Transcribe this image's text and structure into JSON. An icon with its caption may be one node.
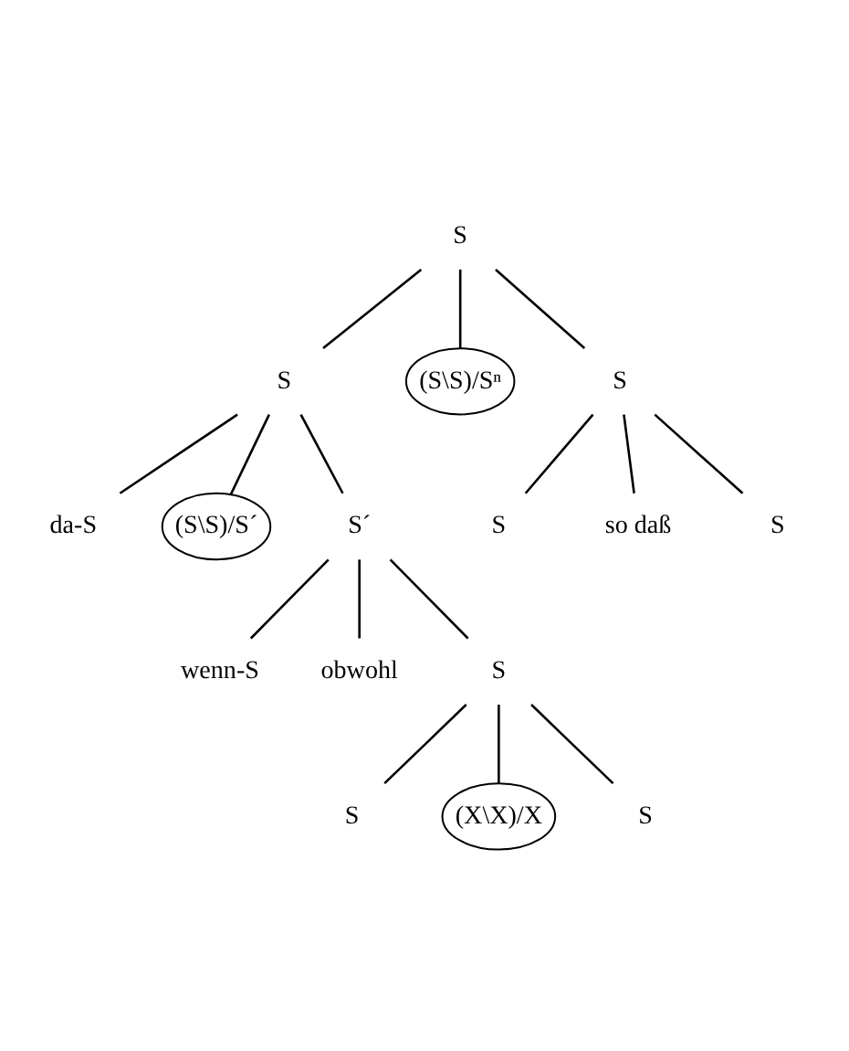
{
  "diagram": {
    "nodes": [
      {
        "text": [
          "S"
        ]
      },
      {
        "text": [
          "S"
        ]
      },
      {
        "text": [
          "(S\\S)/Sⁿ"
        ]
      },
      {
        "text": [
          "S"
        ]
      },
      {
        "text": [
          "da-S"
        ]
      },
      {
        "text": [
          "(S\\S)/S´"
        ]
      },
      {
        "text": [
          "S´"
        ]
      },
      {
        "text": [
          "S"
        ]
      },
      {
        "text": [
          "so daß"
        ]
      },
      {
        "text": [
          "S"
        ]
      },
      {
        "text": [
          "wenn-S"
        ]
      },
      {
        "text": [
          "obwohl"
        ]
      },
      {
        "text": [
          "S"
        ]
      },
      {
        "text": [
          "S"
        ]
      },
      {
        "text": [
          "(X\\X)/X"
        ]
      },
      {
        "text": [
          "S"
        ]
      }
    ],
    "edges": [
      {
        "from": 0,
        "to": 1,
        "arrow": "none"
      },
      {
        "from": 0,
        "to": 2,
        "arrow": "none"
      },
      {
        "from": 0,
        "to": 3,
        "arrow": "none"
      },
      {
        "from": 1,
        "to": 4,
        "arrow": "none"
      },
      {
        "from": 1,
        "to": 5,
        "arrow": "none"
      },
      {
        "from": 1,
        "to": 6,
        "arrow": "none"
      },
      {
        "from": 3,
        "to": 7,
        "arrow": "none"
      },
      {
        "from": 3,
        "to": 8,
        "arrow": "none"
      },
      {
        "from": 3,
        "to": 9,
        "arrow": "none"
      },
      {
        "from": 6,
        "to": 10,
        "arrow": "none"
      },
      {
        "from": 6,
        "to": 11,
        "arrow": "none"
      },
      {
        "from": 6,
        "to": 12,
        "arrow": "none"
      },
      {
        "from": 12,
        "to": 13,
        "arrow": "none"
      },
      {
        "from": 12,
        "to": 14,
        "arrow": "none"
      },
      {
        "from": 12,
        "to": 15,
        "arrow": "none"
      }
    ]
  }
}
